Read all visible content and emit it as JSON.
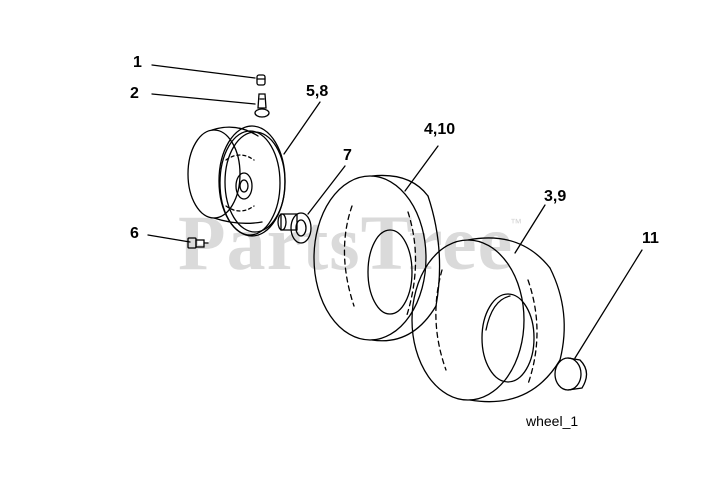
{
  "watermark": {
    "text": "PartsTree",
    "trademark": "™"
  },
  "figure_label": "wheel_1",
  "callouts": [
    {
      "id": "1",
      "label": "1"
    },
    {
      "id": "2",
      "label": "2"
    },
    {
      "id": "5-8",
      "label": "5,8"
    },
    {
      "id": "7",
      "label": "7"
    },
    {
      "id": "4-10",
      "label": "4,10"
    },
    {
      "id": "6",
      "label": "6"
    },
    {
      "id": "3-9",
      "label": "3,9"
    },
    {
      "id": "11",
      "label": "11"
    }
  ],
  "colors": {
    "line": "#000000",
    "watermark": "#d4d4d4",
    "background": "#ffffff"
  }
}
